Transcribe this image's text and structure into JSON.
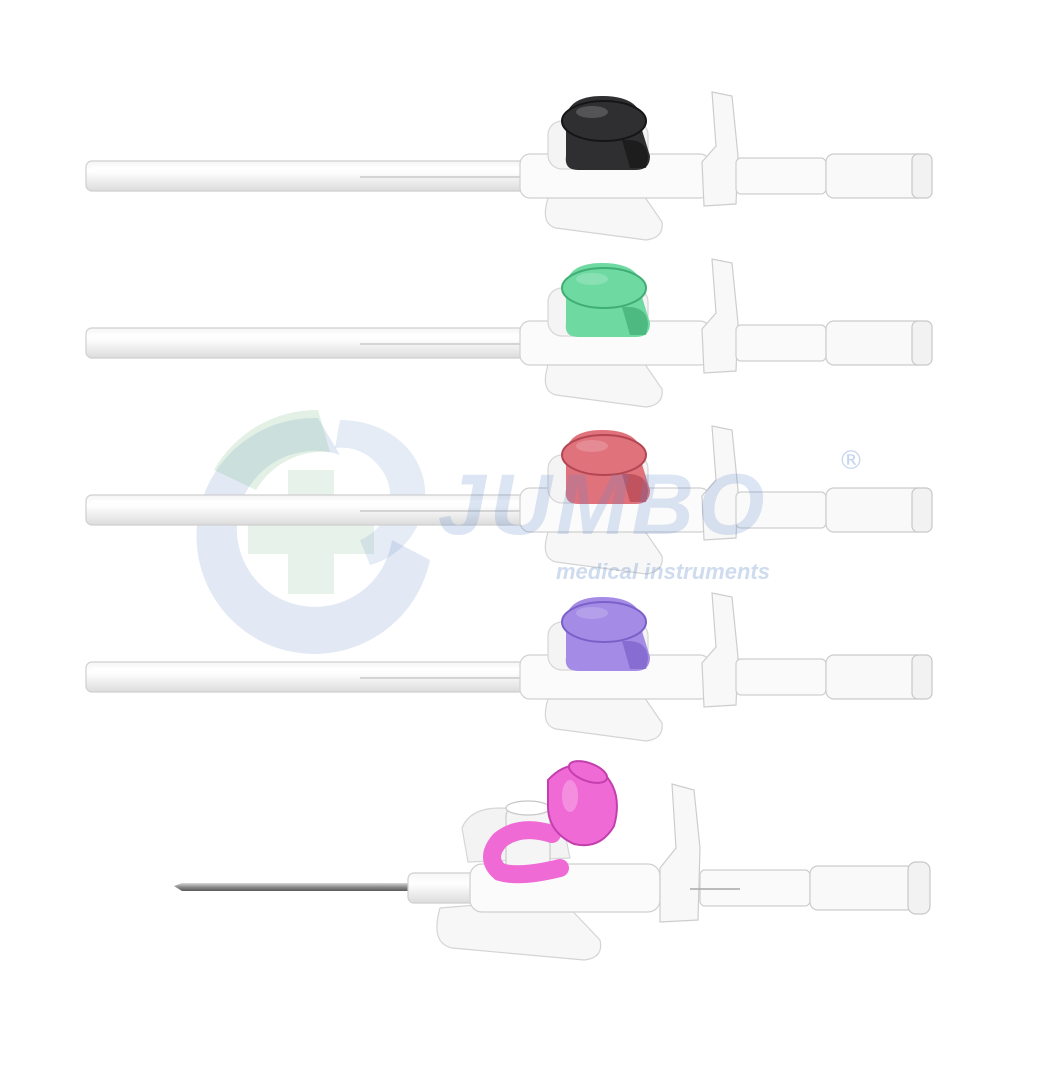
{
  "watermark": {
    "brand": "JUMBO",
    "tagline": "medical instruments",
    "registered_mark": "®",
    "colors": {
      "blue": "#5f87c8",
      "green": "#79b98a"
    }
  },
  "catheters": [
    {
      "id": "catheter-black",
      "cap_color": "#2f2f31",
      "cap_shadow": "#151516",
      "state": "closed"
    },
    {
      "id": "catheter-green",
      "cap_color": "#6fd9a2",
      "cap_shadow": "#3fae74",
      "state": "closed"
    },
    {
      "id": "catheter-red",
      "cap_color": "#e0727c",
      "cap_shadow": "#b34652",
      "state": "closed"
    },
    {
      "id": "catheter-purple",
      "cap_color": "#a48ce6",
      "cap_shadow": "#7a60c8",
      "state": "closed"
    },
    {
      "id": "catheter-pink",
      "cap_color": "#f06ad6",
      "cap_shadow": "#c43fae",
      "state": "open"
    }
  ]
}
